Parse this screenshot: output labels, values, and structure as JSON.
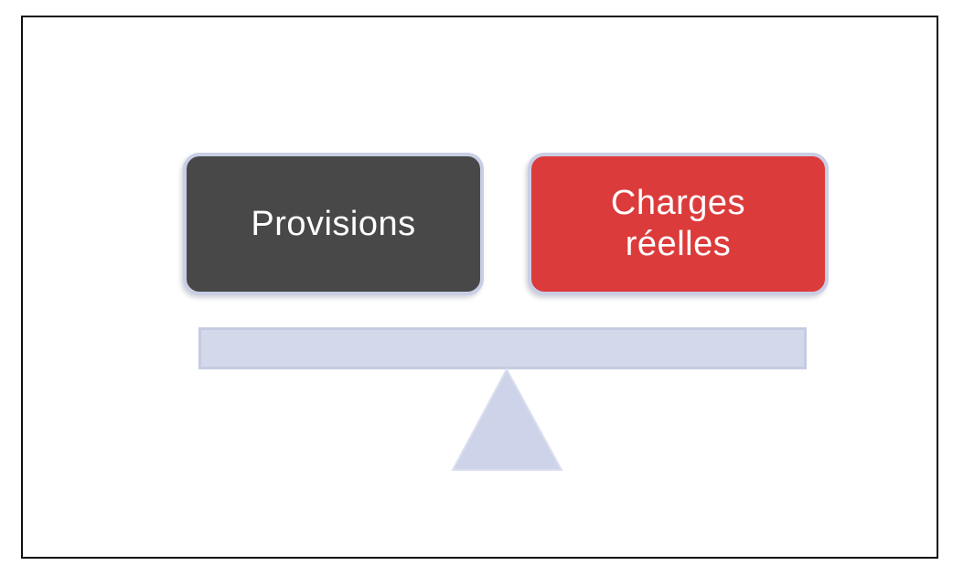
{
  "diagram": {
    "title": "balance between provisions and real charges",
    "left_box": {
      "label": "Provisions"
    },
    "right_box": {
      "label": "Charges réelles"
    }
  },
  "colors": {
    "background": "#ffffff",
    "frame_border": "#111111",
    "left_box_fill": "#484848",
    "right_box_fill": "#dc3b3b",
    "box_border": "#c9cee5",
    "box_text": "#ffffff",
    "beam_fill": "#d4d8eb",
    "beam_border": "#c5cce1",
    "fulcrum_fill": "#cdd3e8",
    "fulcrum_border": "#dcdff0"
  }
}
